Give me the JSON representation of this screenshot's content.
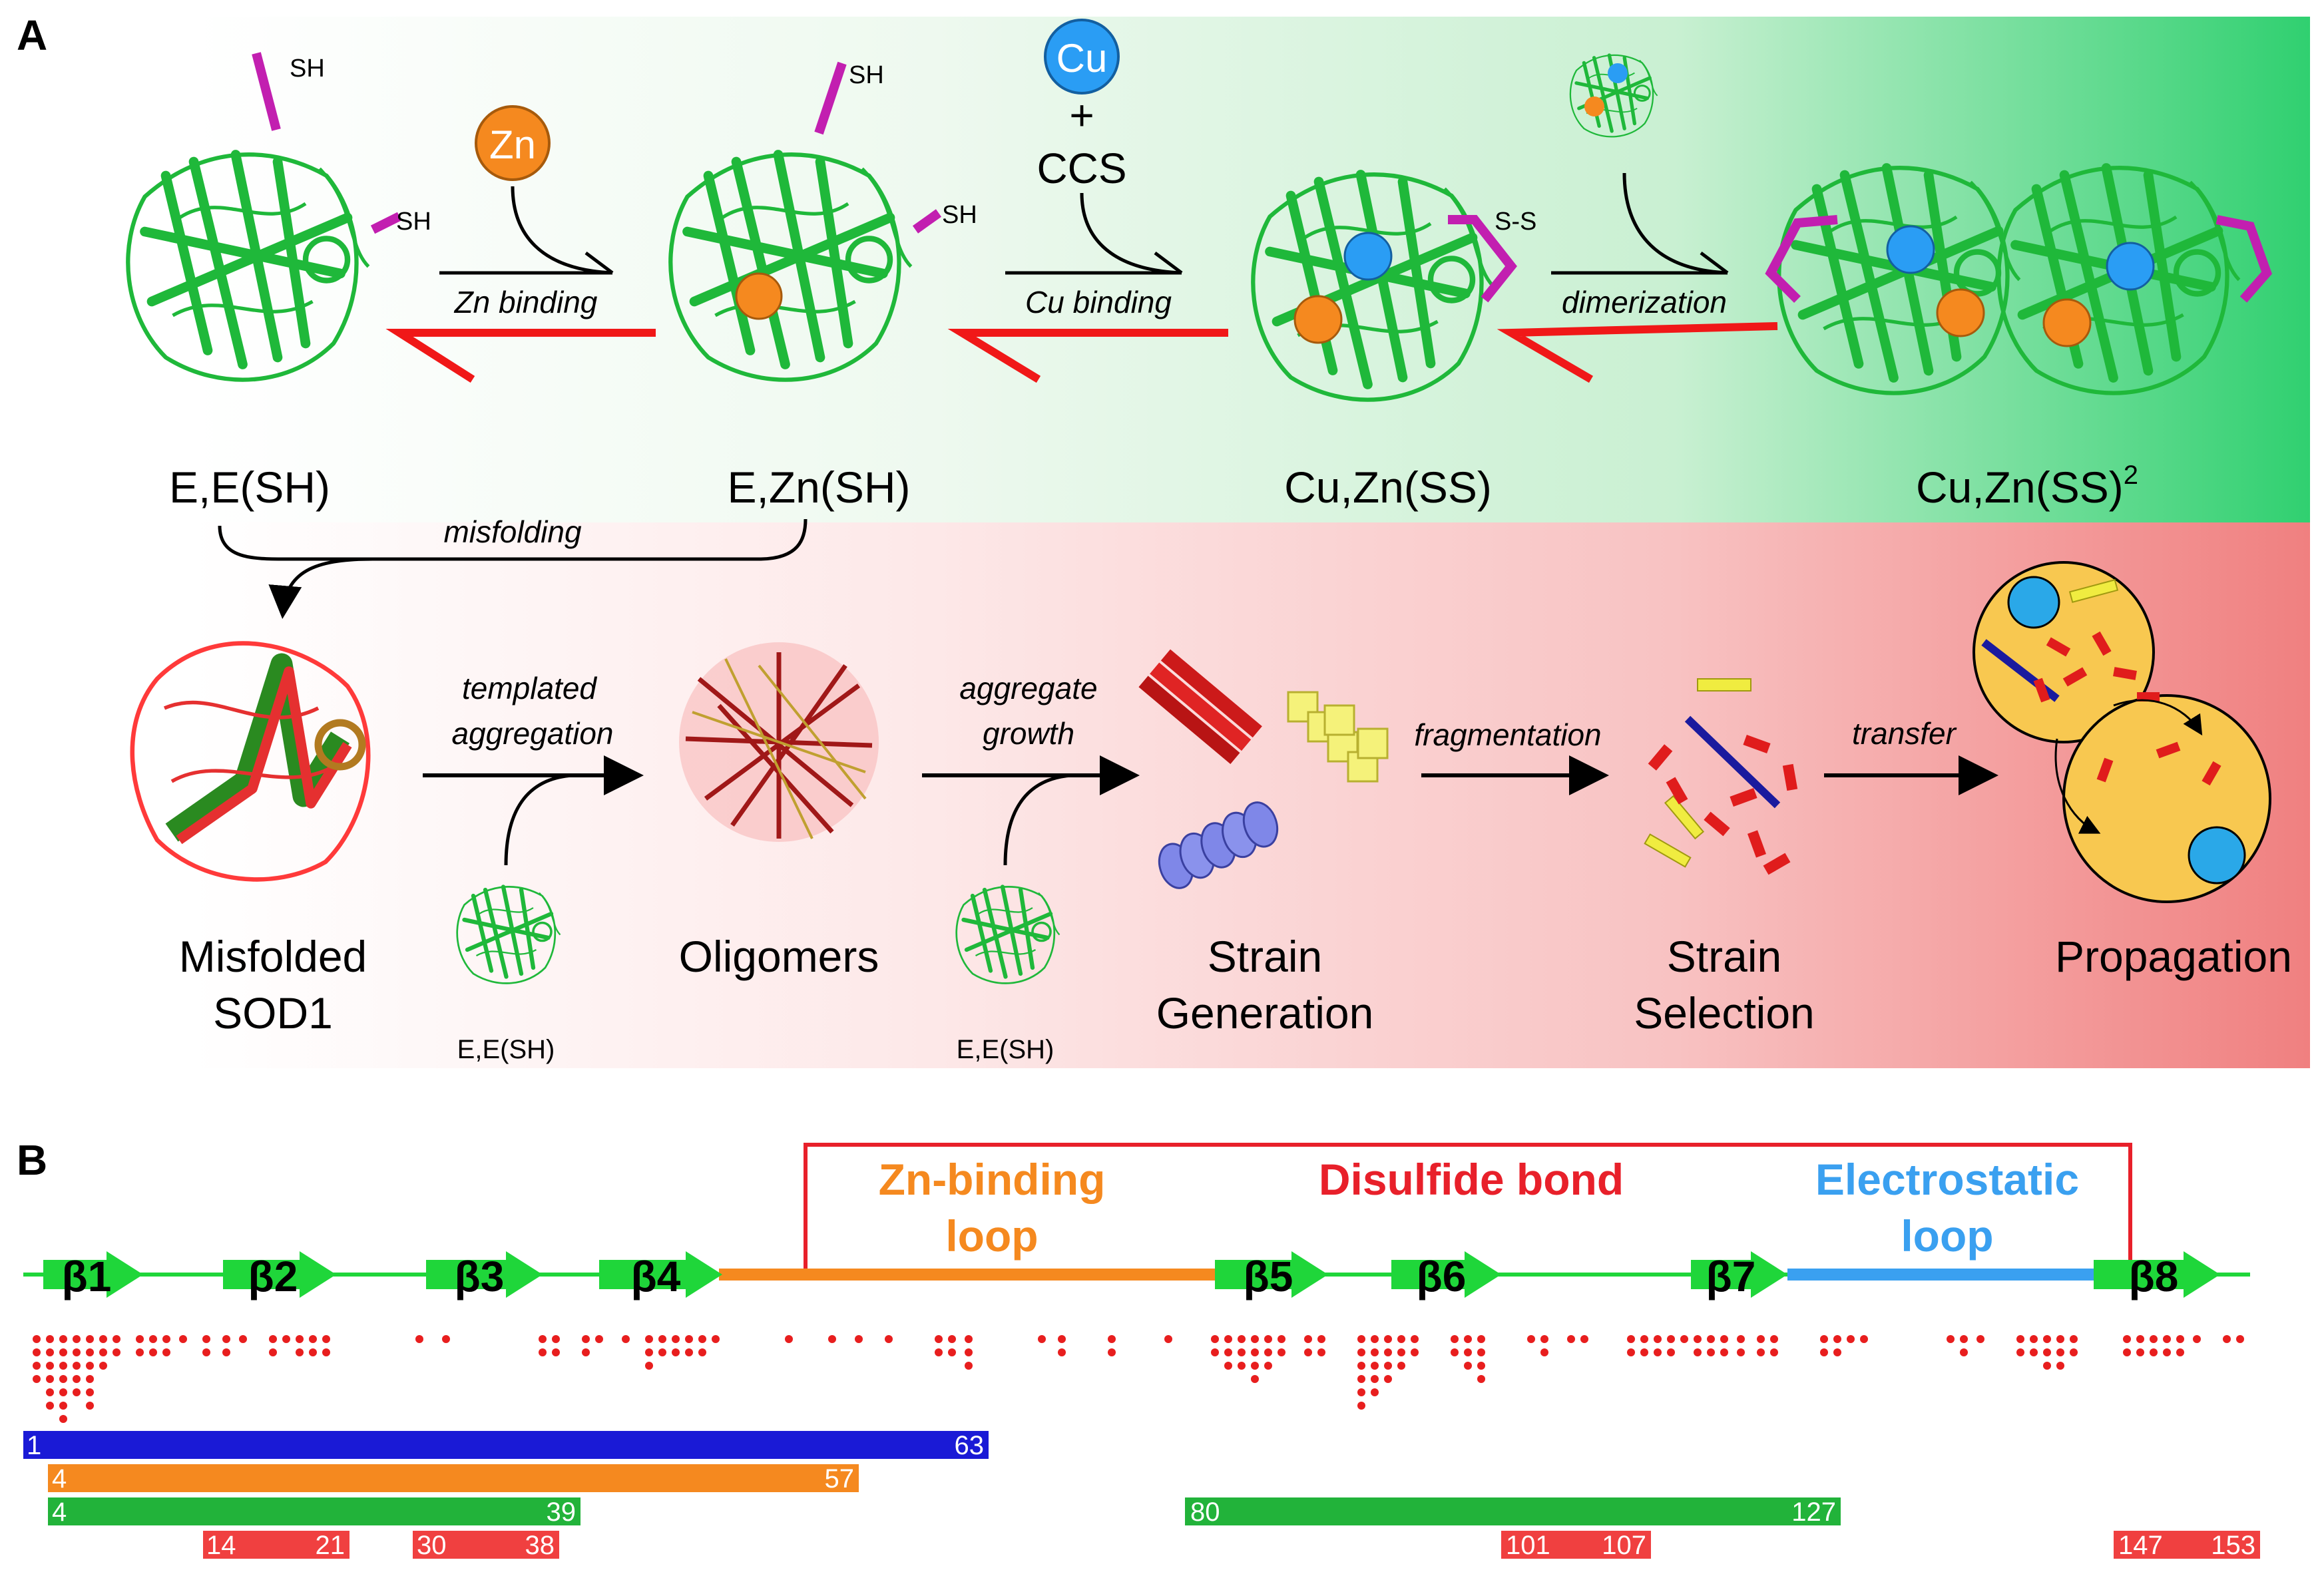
{
  "panel_a": {
    "label": "A",
    "states": {
      "ee": "E,E(SH)",
      "ezn": "E,Zn(SH)",
      "cuzn": "Cu,Zn(SS)",
      "dimer_base": "Cu,Zn(SS)",
      "dimer_sup": "2"
    },
    "metals": {
      "zn": "Zn",
      "cu": "Cu",
      "plus": "+",
      "ccs": "CCS"
    },
    "thiols": {
      "sh": "SH",
      "ss": "S-S"
    },
    "steps": {
      "zn_binding": "Zn binding",
      "cu_binding": "Cu binding",
      "dimerization": "dimerization",
      "misfolding": "misfolding",
      "templated_1": "templated",
      "templated_2": "aggregation",
      "growth_1": "aggregate",
      "growth_2": "growth",
      "fragmentation": "fragmentation",
      "transfer": "transfer"
    },
    "stages": {
      "misfolded_1": "Misfolded",
      "misfolded_2": "SOD1",
      "oligomers": "Oligomers",
      "strain_gen_1": "Strain",
      "strain_gen_2": "Generation",
      "strain_sel_1": "Strain",
      "strain_sel_2": "Selection",
      "propagation": "Propagation",
      "monomer": "E,E(SH)"
    }
  },
  "panel_b": {
    "label": "B",
    "regions": {
      "zn_loop_1": "Zn-binding",
      "zn_loop_2": "loop",
      "disulfide": "Disulfide bond",
      "elec_1": "Electrostatic",
      "elec_2": "loop"
    },
    "strands": [
      "β1",
      "β2",
      "β3",
      "β4",
      "β5",
      "β6",
      "β7",
      "β8"
    ],
    "segments": [
      {
        "start": "1",
        "end": "63",
        "color": "#1a1ad6"
      },
      {
        "start": "4",
        "end": "57",
        "color": "#f5891f"
      },
      {
        "start": "4",
        "end": "39",
        "color": "#22b33a"
      },
      {
        "start": "80",
        "end": "127",
        "color": "#22b33a"
      },
      {
        "start": "14",
        "end": "21",
        "color": "#f04040"
      },
      {
        "start": "30",
        "end": "38",
        "color": "#f04040"
      },
      {
        "start": "101",
        "end": "107",
        "color": "#f04040"
      },
      {
        "start": "147",
        "end": "153",
        "color": "#f04040"
      }
    ]
  },
  "colors": {
    "protein": "#1fb83a",
    "zinc": "#f5891f",
    "copper": "#2a9df4",
    "thiol": "#c21fb0",
    "arrow_reverse": "#f01818",
    "zn_loop": "#f5891f",
    "disulfide": "#e8202a",
    "electrostatic": "#3aa0f0",
    "mutation": "#e81e1e"
  }
}
